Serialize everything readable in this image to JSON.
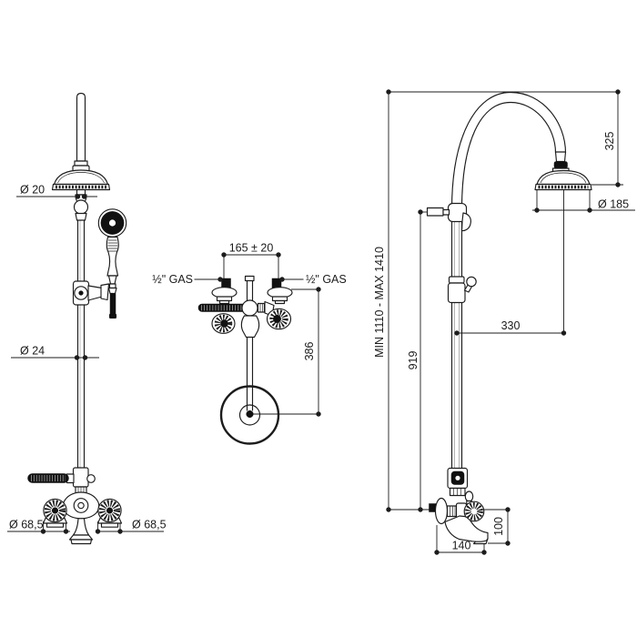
{
  "title": "shower-column-technical-drawing",
  "views": {
    "front": {
      "label": "front-view",
      "dims": {
        "head_pipe": "Ø 20",
        "column": "Ø 24",
        "left_handle": "Ø 68,5",
        "right_handle": "Ø 68,5"
      }
    },
    "top": {
      "label": "top-view",
      "dims": {
        "inlet_centers": "165 ± 20",
        "left_inlet": "½\" GAS",
        "right_inlet": "½\" GAS",
        "head_center_depth": "386"
      }
    },
    "side": {
      "label": "side-view",
      "dims": {
        "height_range": "MIN 1110 - MAX 1410",
        "arc_to_head": "325",
        "head_diameter": "Ø 185",
        "head_reach": "330",
        "column_height": "919",
        "spout_height": "100",
        "spout_reach": "140"
      }
    }
  },
  "colors": {
    "line": "#1c1c1c",
    "fill_dark": "#111111",
    "background": "#ffffff"
  }
}
